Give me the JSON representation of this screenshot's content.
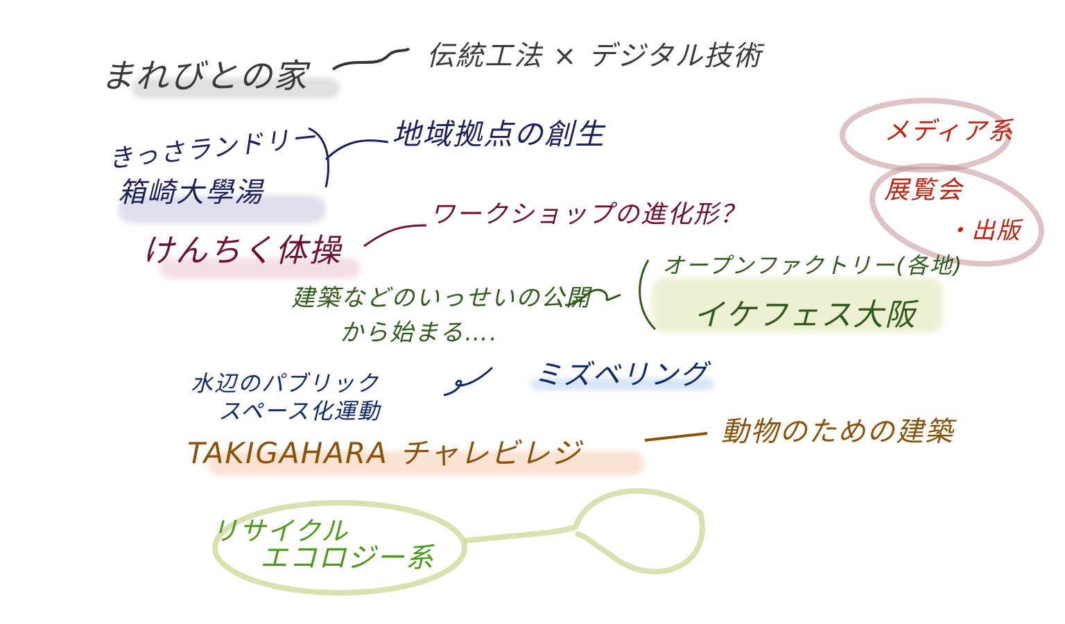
{
  "colors": {
    "gray": "#3a3a3a",
    "navy": "#1a1f5e",
    "maroon": "#6e1030",
    "green": "#2f5a1c",
    "darkblue": "#0f2a6a",
    "brown": "#8a5208",
    "red": "#c0200e",
    "lime": "#4c9a1c"
  },
  "nodes": {
    "marebito": "まれびとの家",
    "marebito_desc": "伝統工法 × デジタル技術",
    "kissa": "きっさランドリー",
    "hakozaki": "箱崎大學湯",
    "kissa_desc": "地域拠点の創生",
    "kenchiku": "けんちく体操",
    "kenchiku_desc": "ワークショップの進化形？",
    "kokai_1": "建築などのいっせいの公開",
    "kokai_2": "から始まる….",
    "openfactory": "オープンファクトリー(各地)",
    "ikefes": "イケフェス大阪",
    "mizube_1": "水辺のパブリック",
    "mizube_2": "スペース化運動",
    "mizbering": "ミズベリング",
    "takigahara": "TAKIGAHARA チャレビレジ",
    "takigahara_desc": "動物のための建築",
    "recycle_1": "リサイクル",
    "recycle_2": "エコロジー系",
    "media": "メディア系",
    "exhibition": "展覧会",
    "publishing": "・出版"
  }
}
